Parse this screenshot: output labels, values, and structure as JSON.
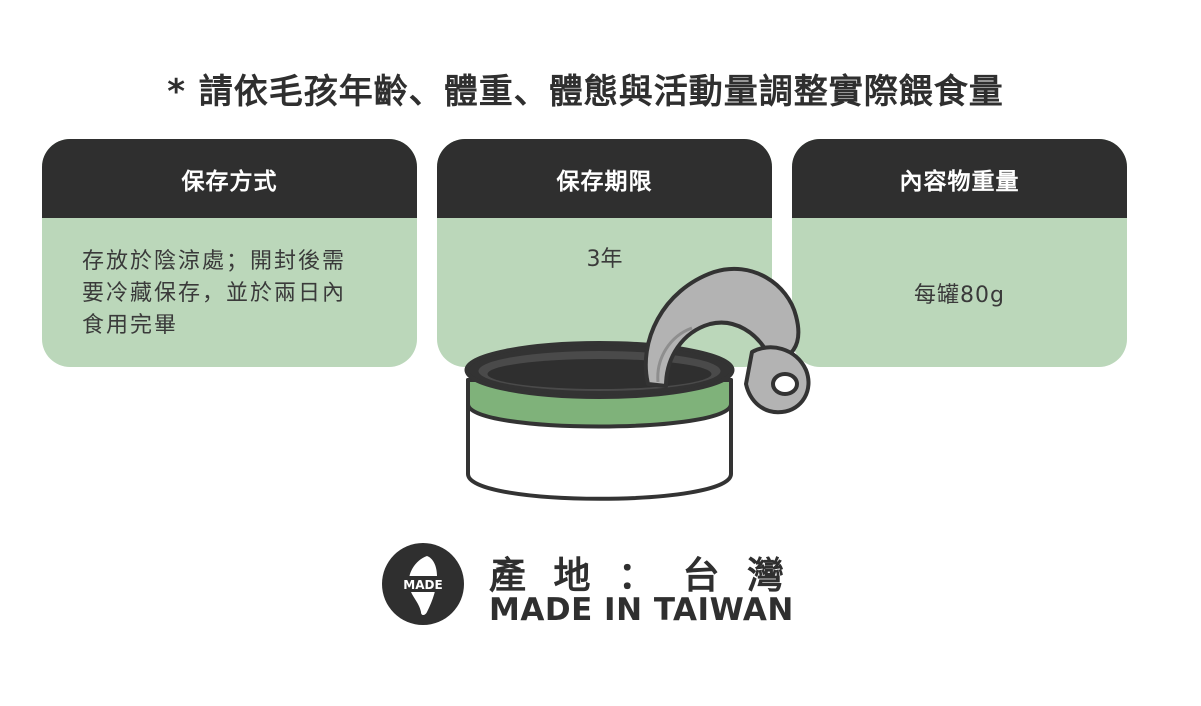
{
  "notice": "* 請依毛孩年齡、體重、體態與活動量調整實際餵食量",
  "cards": [
    {
      "title": "保存方式",
      "lines": [
        "存放於陰涼處；開封後需",
        "要冷藏保存，並於兩日內",
        "食用完畢"
      ]
    },
    {
      "title": "保存期限",
      "lines": [
        "3年"
      ]
    },
    {
      "title": "內容物重量",
      "lines": [
        "每罐80g"
      ]
    }
  ],
  "origin": {
    "zh_chars": [
      "產",
      "地",
      "：",
      "台",
      "灣"
    ],
    "en": "MADE IN TAIWAN",
    "badge_text": "MADE"
  },
  "colors": {
    "dark": "#2f2f2f",
    "green_light": "#bbd7ba",
    "can_green": "#7fb27a",
    "lid_grey": "#b3b3b3"
  },
  "icons": [
    "pet-food-can-icon",
    "taiwan-map-icon"
  ]
}
